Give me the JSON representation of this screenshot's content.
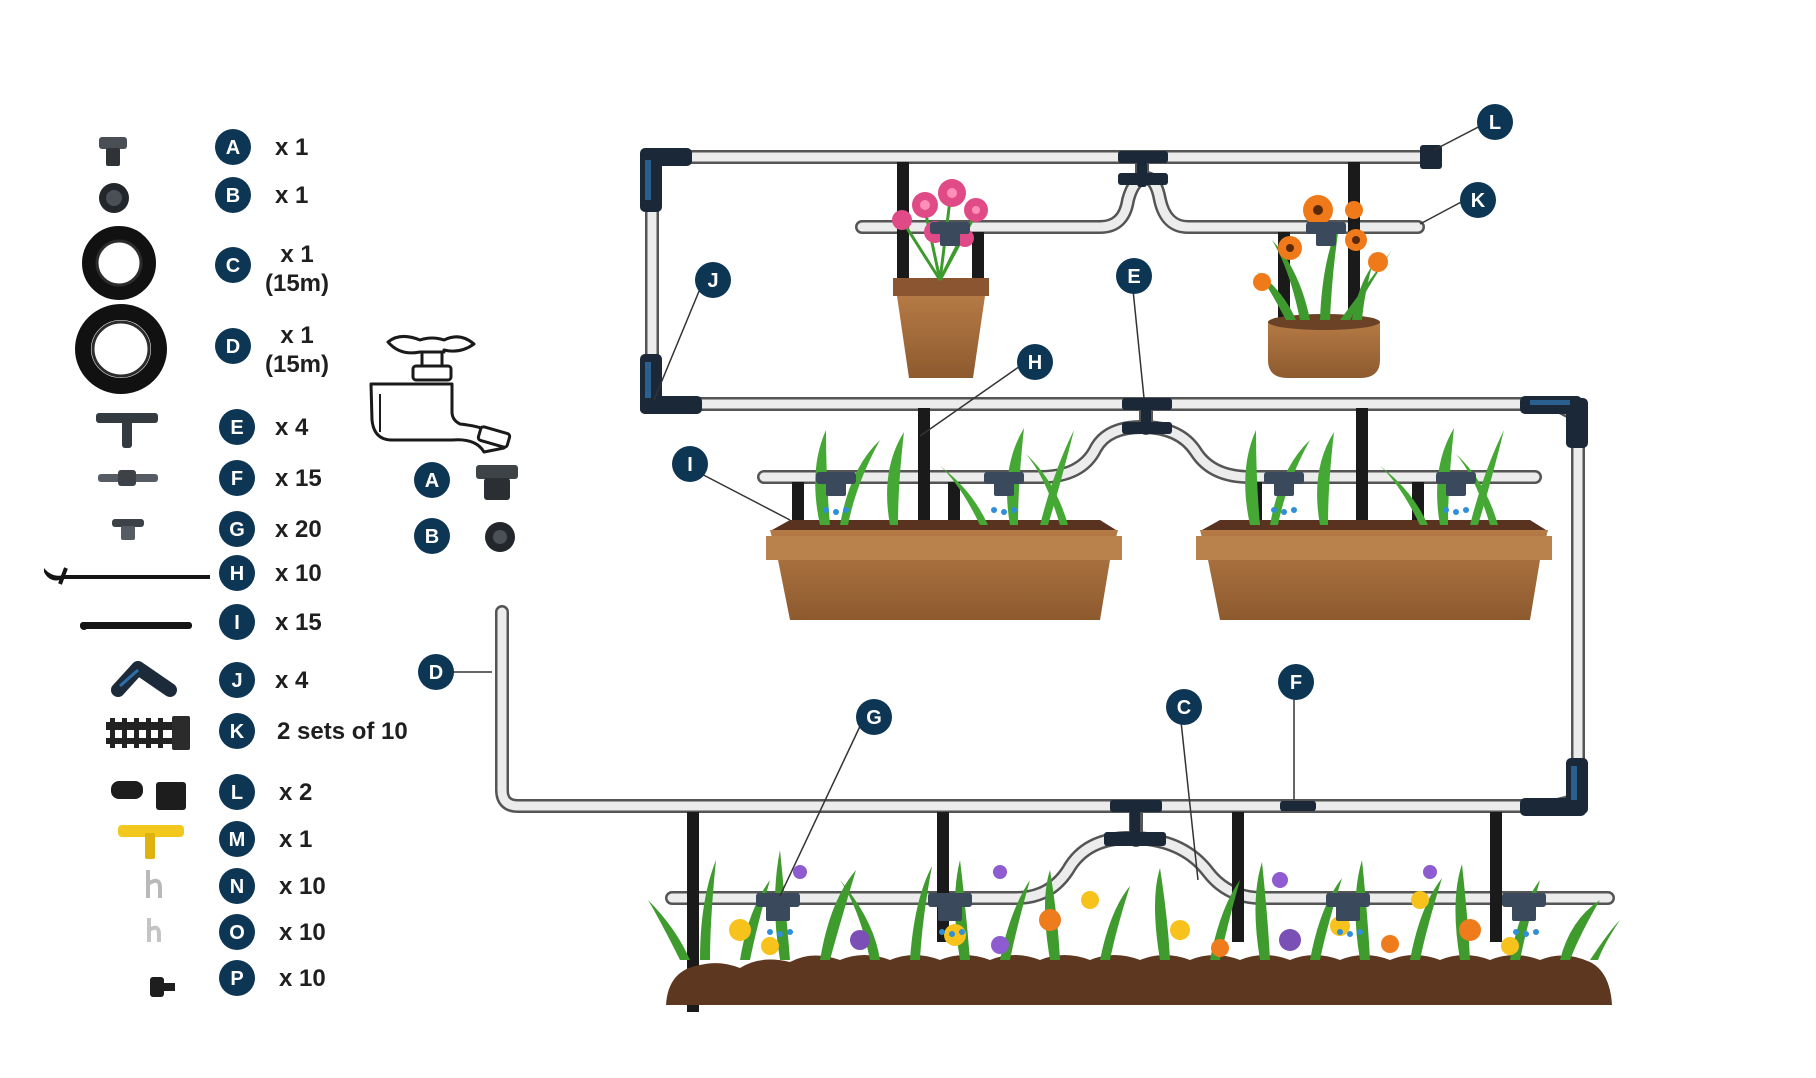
{
  "parts": [
    {
      "id": "A",
      "qty": "x 1",
      "qty2": ""
    },
    {
      "id": "B",
      "qty": "x 1",
      "qty2": ""
    },
    {
      "id": "C",
      "qty": "x 1",
      "qty2": "(15m)"
    },
    {
      "id": "D",
      "qty": "x 1",
      "qty2": "(15m)"
    },
    {
      "id": "E",
      "qty": "x 4",
      "qty2": ""
    },
    {
      "id": "F",
      "qty": "x 15",
      "qty2": ""
    },
    {
      "id": "G",
      "qty": "x 20",
      "qty2": ""
    },
    {
      "id": "H",
      "qty": "x 10",
      "qty2": ""
    },
    {
      "id": "I",
      "qty": "x 15",
      "qty2": ""
    },
    {
      "id": "J",
      "qty": "x 4",
      "qty2": ""
    },
    {
      "id": "K",
      "qty": "2 sets of 10",
      "qty2": ""
    },
    {
      "id": "L",
      "qty": "x 2",
      "qty2": ""
    },
    {
      "id": "M",
      "qty": "x 1",
      "qty2": ""
    },
    {
      "id": "N",
      "qty": "x 10",
      "qty2": ""
    },
    {
      "id": "O",
      "qty": "x 10",
      "qty2": ""
    },
    {
      "id": "P",
      "qty": "x 10",
      "qty2": ""
    }
  ],
  "faucet_callouts": [
    "A",
    "B"
  ],
  "diagram_callouts": [
    "L",
    "K",
    "J",
    "E",
    "H",
    "I",
    "D",
    "G",
    "C",
    "F"
  ],
  "colors": {
    "badge": "#0d3554",
    "tube": "#e6e6e6",
    "tube_outline": "#5a5a5a",
    "connector": "#1b2838",
    "connector_accent": "#2a5f8f",
    "planter": "#a86f3c",
    "soil": "#5a3320",
    "leaf": "#3e9a2e",
    "stake": "#1b1b1b",
    "yellow_tool": "#f2c81e"
  },
  "icons": [
    "faucet-icon",
    "tubing-coil-icon",
    "tee-connector-icon",
    "elbow-connector-icon",
    "end-cap-icon",
    "stake-icon",
    "dripper-icon",
    "punch-tool-icon",
    "hook-icon"
  ]
}
